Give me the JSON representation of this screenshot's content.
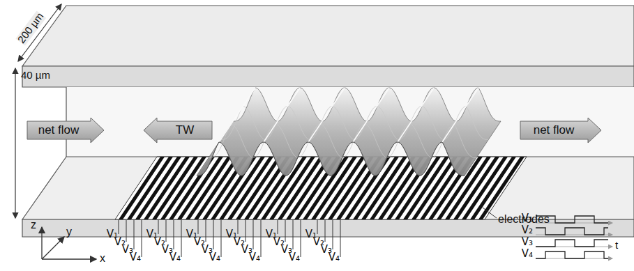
{
  "diagram": {
    "nodes": [
      {
        "text": [
          "net flow"
        ]
      },
      {
        "text": [
          "TW"
        ]
      },
      {
        "text": [
          "net flow"
        ]
      }
    ],
    "labels": [
      "200 µm",
      "40 µm",
      "electrodes",
      "z",
      "y",
      "x",
      "V₁",
      "V₂",
      "V₃",
      "V₄",
      "V₁",
      "V₂",
      "V₃",
      "V₄",
      "V₁",
      "V₂",
      "V₃",
      "V₄",
      "V₁",
      "V₂",
      "V₃",
      "V₄",
      "V₁",
      "V₂",
      "V₃",
      "V₄",
      "V₁",
      "V₂",
      "V₃",
      "V₄",
      "V₁",
      "V₂",
      "V₃",
      "V₄",
      "t"
    ]
  }
}
